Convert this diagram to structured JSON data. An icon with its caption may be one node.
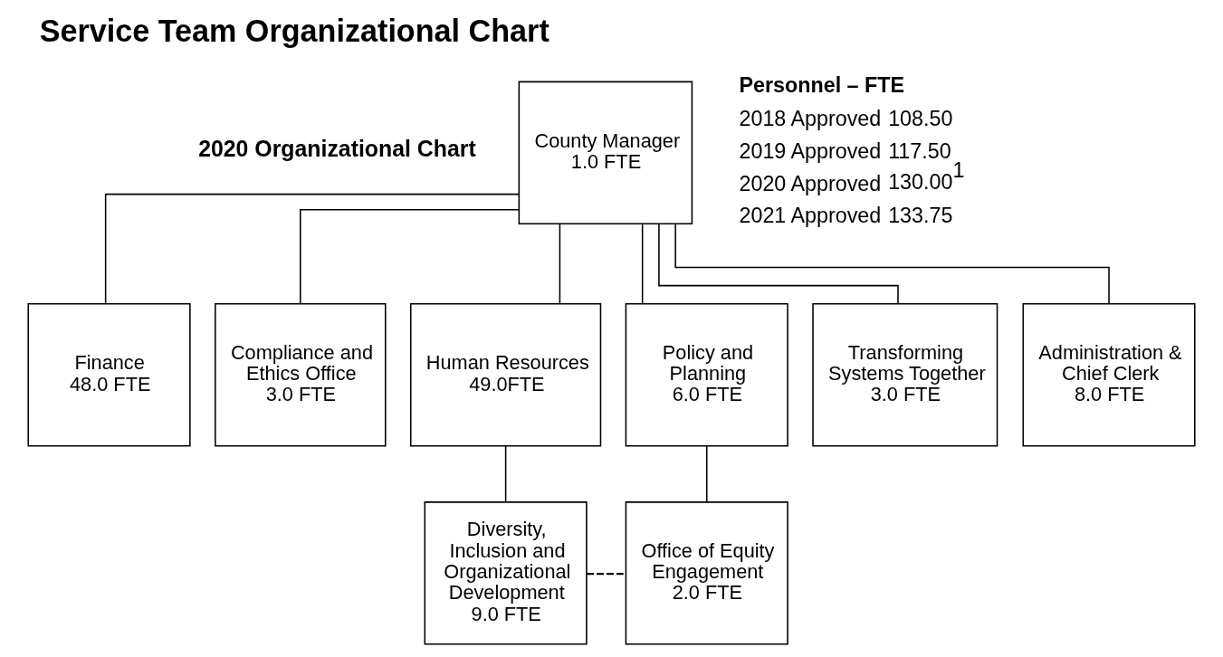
{
  "diagram": {
    "title": "Service Team Organizational Chart",
    "nodes": [
      {
        "text": [
          "County Manager",
          "1.0 FTE"
        ]
      },
      {
        "text": [
          "Finance",
          "48.0 FTE"
        ]
      },
      {
        "text": [
          "Compliance and Ethics Office",
          "3.0 FTE"
        ]
      },
      {
        "text": [
          "Human Resources",
          "49.0FTE"
        ]
      },
      {
        "text": [
          "Policy and Planning",
          "6.0 FTE"
        ]
      },
      {
        "text": [
          "Transforming Systems Together",
          "3.0 FTE"
        ]
      },
      {
        "text": [
          "Administration & Chief Clerk",
          "8.0 FTE"
        ]
      },
      {
        "text": [
          "Diversity, Inclusion and Organizational Development",
          "9.0 FTE"
        ]
      },
      {
        "text": [
          "Office of Equity Engagement",
          "2.0 FTE"
        ]
      }
    ],
    "edges": [
      {
        "from": 0,
        "to": 1,
        "arrow": "none"
      },
      {
        "from": 0,
        "to": 2,
        "arrow": "none"
      },
      {
        "from": 0,
        "to": 3,
        "arrow": "none"
      },
      {
        "from": 0,
        "to": 4,
        "arrow": "none"
      },
      {
        "from": 0,
        "to": 5,
        "arrow": "none"
      },
      {
        "from": 0,
        "to": 6,
        "arrow": "none"
      },
      {
        "from": 3,
        "to": 7,
        "arrow": "none"
      },
      {
        "from": 4,
        "to": 8,
        "arrow": "none"
      },
      {
        "from": 7,
        "to": 8,
        "arrow": "none",
        "style": "dashed"
      }
    ],
    "labels": [
      "2020 Organizational Chart",
      "Personnel – FTE",
      "2018 Approved",
      "108.50",
      "2019 Approved",
      "117.50",
      "2020 Approved",
      "130.00$^{1}$",
      "2021 Approved",
      "133.75"
    ]
  }
}
